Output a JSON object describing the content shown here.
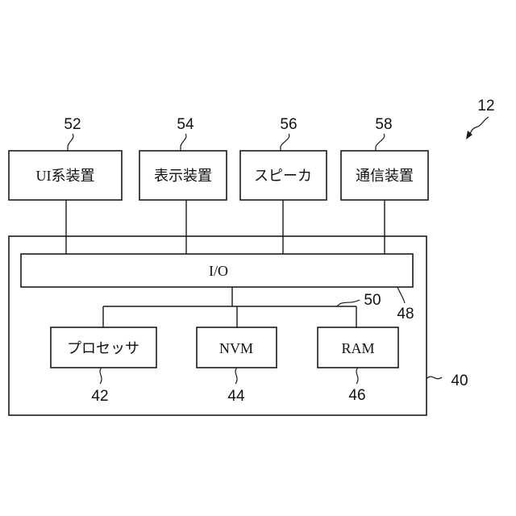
{
  "figure_ref": "12",
  "enclosure_ref": "40",
  "bus_ref": "50",
  "io_ref": "48",
  "io_label": "I/O",
  "devices": [
    {
      "ref": "52",
      "label": "UI系装置"
    },
    {
      "ref": "54",
      "label": "表示装置"
    },
    {
      "ref": "56",
      "label": "スピーカ"
    },
    {
      "ref": "58",
      "label": "通信装置"
    }
  ],
  "components": [
    {
      "ref": "42",
      "label": "プロセッサ"
    },
    {
      "ref": "44",
      "label": "NVM"
    },
    {
      "ref": "46",
      "label": "RAM"
    }
  ]
}
